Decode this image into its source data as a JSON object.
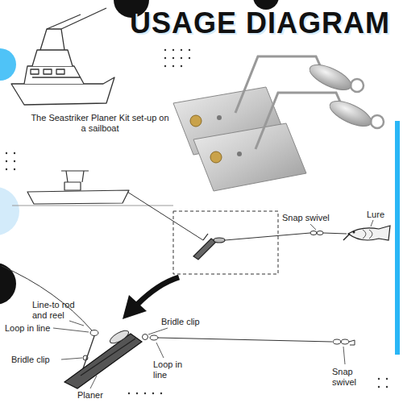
{
  "diagram": {
    "title": "USAGE DIAGRAM",
    "labels": [
      "The Seastriker Planer Kit set-up on a sailboat",
      "Snap swivel",
      "Lure",
      "Line-to rod and reel",
      "Loop in line",
      "Bridle clip",
      "Planer",
      "Bridle clip",
      "Loop in line",
      "Snap swivel"
    ]
  }
}
